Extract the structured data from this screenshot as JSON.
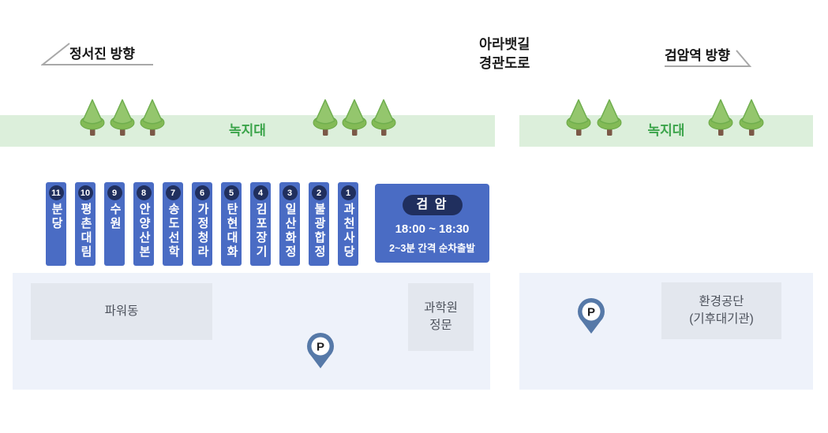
{
  "directions": {
    "left_label": "정서진 방향",
    "right_label": "검암역 방향",
    "center_line1": "아라뱃길",
    "center_line2": "경관도로"
  },
  "green_zone": {
    "label": "녹지대",
    "left_trees_x": [
      117,
      155,
      193,
      412,
      449,
      486
    ],
    "right_trees_x": [
      733,
      772,
      913,
      952
    ]
  },
  "stops": [
    {
      "num": "11",
      "name": "분당"
    },
    {
      "num": "10",
      "name": "평촌대림"
    },
    {
      "num": "9",
      "name": "수원"
    },
    {
      "num": "8",
      "name": "안양산본"
    },
    {
      "num": "7",
      "name": "송도선학"
    },
    {
      "num": "6",
      "name": "가정청라"
    },
    {
      "num": "5",
      "name": "탄현대화"
    },
    {
      "num": "4",
      "name": "김포장기"
    },
    {
      "num": "3",
      "name": "일산화정"
    },
    {
      "num": "2",
      "name": "불광합정"
    },
    {
      "num": "1",
      "name": "과천사당"
    }
  ],
  "terminal": {
    "name": "검 암",
    "time": "18:00 ~ 18:30",
    "note": "2~3분 간격 순차출발"
  },
  "buildings": {
    "power_label": "파워동",
    "science_line1": "과학원",
    "science_line2": "정문",
    "env_line1": "환경공단",
    "env_line2": "(기후대기관)"
  },
  "parking": {
    "label": "P"
  },
  "colors": {
    "bar_blue": "#4a6cc4",
    "badge_navy": "#202f5e",
    "strip_green": "#dcefdb",
    "green_text": "#3ba44a",
    "panel_blue": "#eef2fa",
    "building_gray": "#e3e7ee",
    "pin_blue": "#5679a8"
  }
}
